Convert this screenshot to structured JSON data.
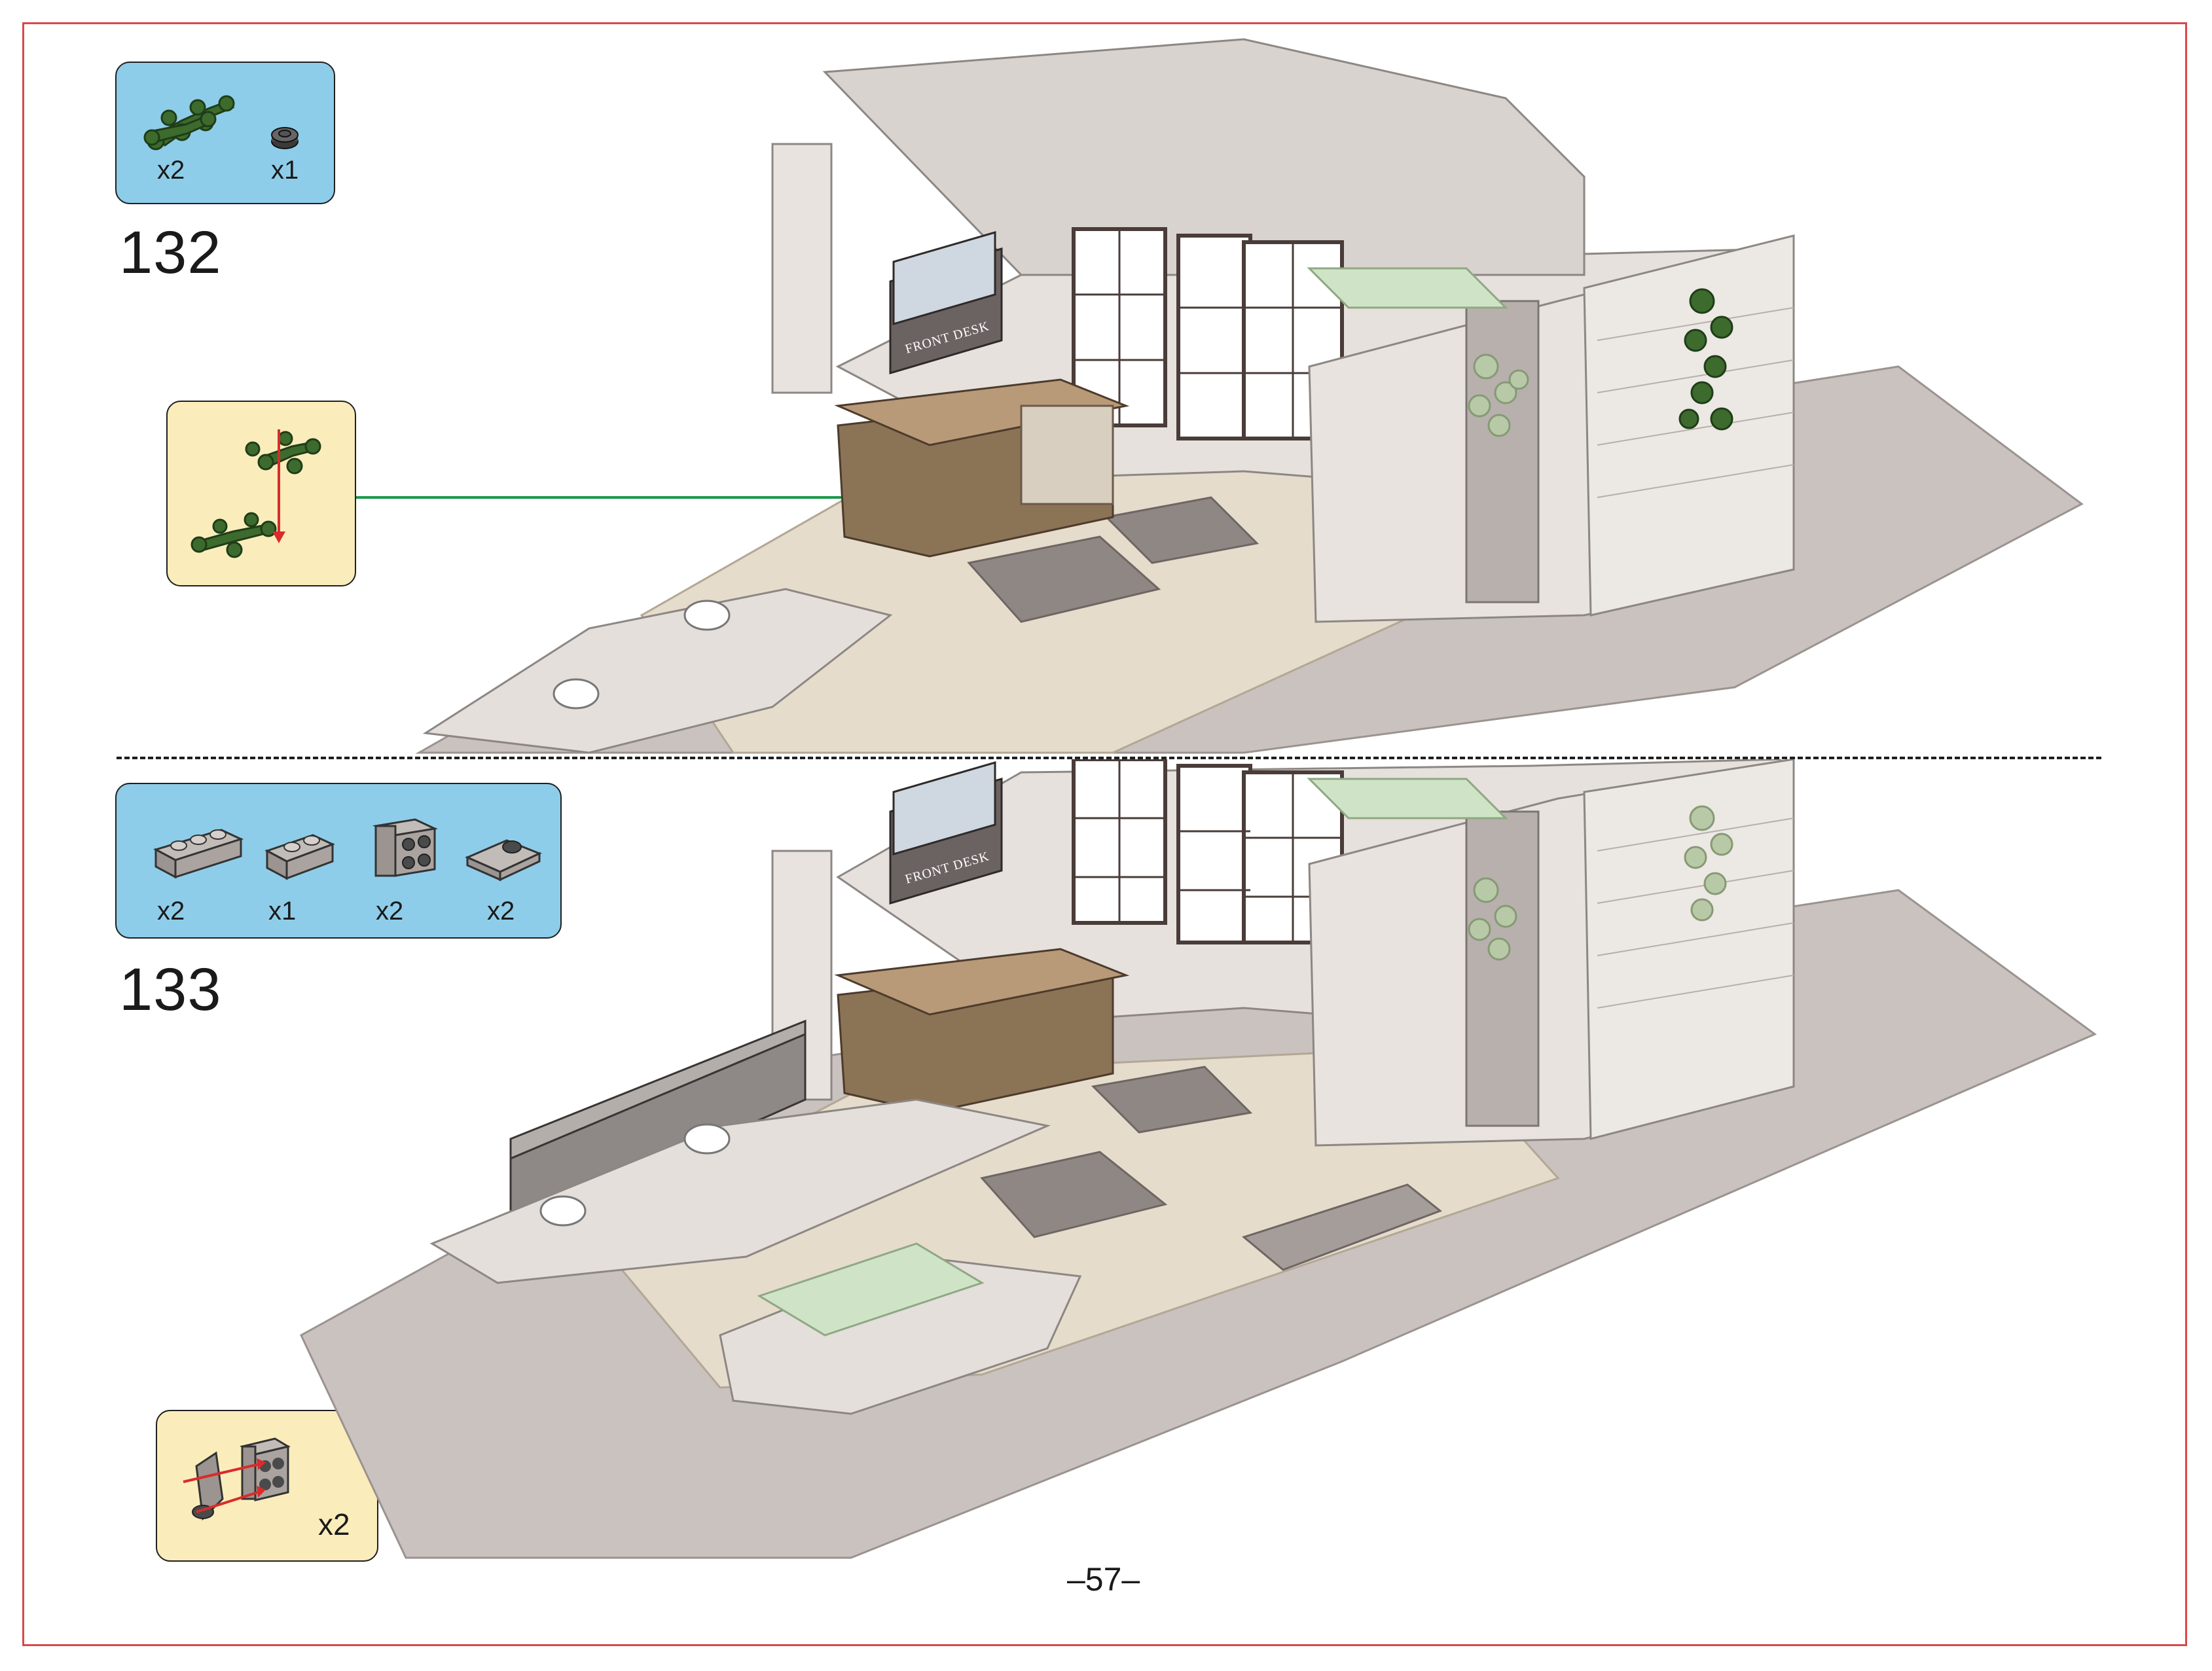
{
  "page_number": "–57–",
  "colors": {
    "frame": "#d8484c",
    "parts_box": "#8ecde9",
    "subassembly_box": "#fbedbb",
    "callout_line": "#1a9a4a",
    "arrow_red": "#d82c2c",
    "leaf_green": "#3c6b2d",
    "baseplate": "#c9c2bf",
    "wall": "#e6e1dd",
    "floor_tan": "#e6dccb"
  },
  "steps": [
    {
      "number": "132",
      "parts": [
        {
          "icon": "leaf-branch-green-icon",
          "qty": "x2"
        },
        {
          "icon": "round-plate-dark-icon",
          "qty": "x1"
        }
      ],
      "sign_text": "FRONT DESK"
    },
    {
      "number": "133",
      "parts": [
        {
          "icon": "brick-1x3-gray-icon",
          "qty": "x2"
        },
        {
          "icon": "brick-1x2-gray-icon",
          "qty": "x1"
        },
        {
          "icon": "brick-2x2-modified-icon",
          "qty": "x2"
        },
        {
          "icon": "slope-gray-icon",
          "qty": "x2"
        }
      ],
      "subassembly_qty": "x2",
      "sign_text": "FRONT DESK"
    }
  ]
}
